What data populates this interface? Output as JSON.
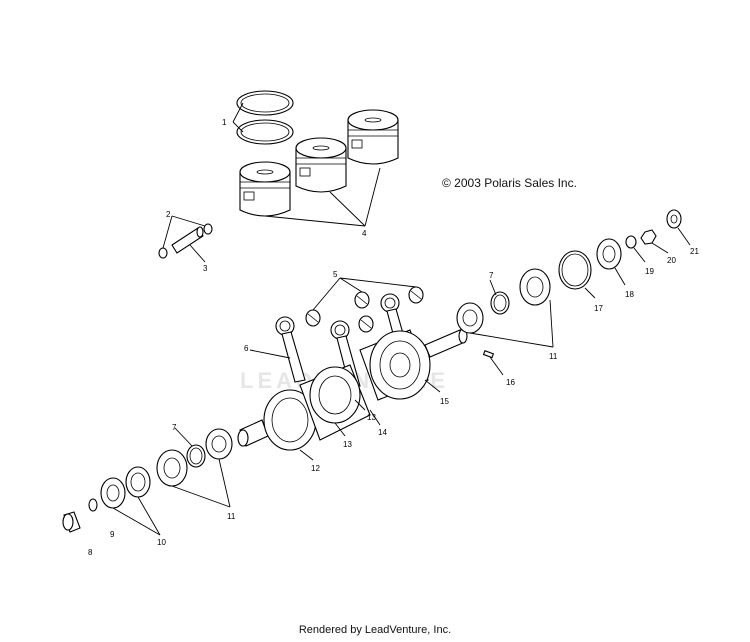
{
  "copyright": "© 2003 Polaris Sales Inc.",
  "footer": "Rendered by LeadVenture, Inc.",
  "watermark": "LEADVENTURE",
  "callouts": [
    "1",
    "2",
    "3",
    "4",
    "5",
    "6",
    "7",
    "8",
    "9",
    "10",
    "11",
    "12",
    "13",
    "14",
    "15",
    "16",
    "17",
    "18",
    "19",
    "20",
    "21"
  ],
  "icons": [
    "piston-ring",
    "piston",
    "wrist-pin",
    "circlip",
    "needle-bearing",
    "connecting-rod",
    "crankshaft",
    "ball-bearing",
    "seal",
    "o-ring",
    "nut",
    "washer",
    "key"
  ]
}
